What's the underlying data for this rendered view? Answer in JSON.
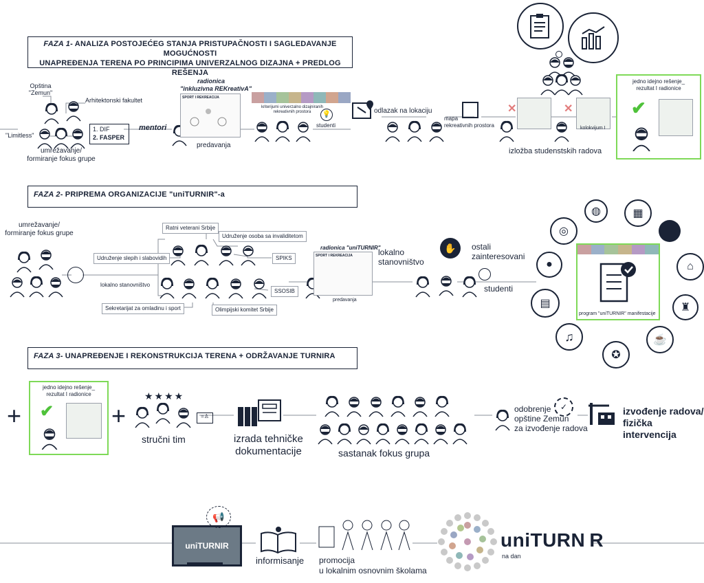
{
  "phase1": {
    "title_prefix": "FAZA 1",
    "title_line1": "- ANALIZA POSTOJEĆEG STANJA PRISTUPAČNOSTI I SAGLEDAVANJE MOGUĆNOSTI",
    "title_line2": "UNAPREĐENJA TERENA PO PRINCIPIMA UNIVERZALNOG DIZAJNA  + PREDLOG REŠENJA",
    "opstina": "Opština \"Zemun\"",
    "arhitektonski": "Arhitektonski fakultet",
    "limitless": "\"Limitless\"",
    "dif": "1. DIF",
    "fasper": "2. FASPER",
    "mentori": "mentori",
    "umrezavanje": "umrežavanje/\nformiranje fokus grupe",
    "radionica_title": "radionica",
    "radionica_name": "\"inkluzivna REKreativA\"",
    "predavanja": "predavanja",
    "kriterijumi": "kriterijumi univerzalno dizajniranih rekreativnih prostora",
    "studenti": "studenti",
    "odlazak": "odlazak na lokaciju",
    "mapa": "mapa\nrekreativnih prostora",
    "kolokvijum": "kolokvijum I",
    "izlozba": "izložba studenstskih radova",
    "resenje": "jedno idejno rešenje_\nrezultat I radionice"
  },
  "phase2": {
    "title_prefix": "FAZA 2",
    "title_rest": "- PRIPREMA ORGANIZACIJE \"uniTURNIR\"-a",
    "umrezavanje": "umrežavanje/\nformiranje fokus grupe",
    "ratni": "Ratni veterani Srbije",
    "invalid": "Udruženje osoba sa invaliditetom",
    "slepih": "Udruženje slepih i slabovidih",
    "spiks": "SPIKS",
    "lokalno_small": "lokalno stanovništvo",
    "ssosib": "SSOSIB",
    "sekretarijat": "Sekretarijat za omladinu i sport",
    "olimpijski": "Olimpijski komitet Srbije",
    "radionica": "radionica \"uniTURNIR\"",
    "predavanja": "predavanja",
    "lokalno": "lokalno\nstanovništvo",
    "ostali": "ostali\nzainteresovani",
    "studenti": "studenti",
    "program": "program \"uniTURNIR\" manifestacije"
  },
  "phase3": {
    "title_prefix": "FAZA 3",
    "title_rest": "- UNAPREĐENJE I REKONSTRUKCIJA TERENA + ODRŽAVANJE TURNIRA",
    "resenje": "jedno idejno rešenje_\nrezultat I radionice",
    "strucni": "stručni tim",
    "izrada": "izrada tehničke\ndokumentacije",
    "sastanak": "sastanak fokus grupa",
    "odobrenje": "odobrenje\nopštine Zemun\nza izvođenje radova",
    "izvodjenje": "izvođenje radova/\nfizička intervencija"
  },
  "phase4": {
    "informisanje": "informisanje",
    "promocija": "promocija\nu lokalnim osnovnim školama",
    "brand": "uniTURN R",
    "na_dan": "na dan",
    "screen_label": "uniTURNIR"
  },
  "colors": {
    "navy": "#1a2336",
    "green": "#7ed957",
    "red_x": "#e27c7c",
    "strip": [
      "#c9a0a0",
      "#9bb0c9",
      "#a6c39a",
      "#c6b58c",
      "#b59ac4",
      "#8fb8b8",
      "#d1a58f",
      "#9aa7c4",
      "#b3c78f",
      "#c49ab2"
    ]
  },
  "icons": [
    "clipboard-icon",
    "chart-icon",
    "map-pin-icon",
    "map-book-icon",
    "checkmark-icon",
    "hands-icon",
    "lightbulb-icon",
    "basketball-icon",
    "calendar-icon",
    "puzzle-icon",
    "shuttlecock-icon",
    "trophy-icon",
    "food-icon",
    "medal-icon",
    "music-icon",
    "board-icon",
    "ping-pong-icon",
    "target-icon",
    "document-check-icon",
    "folders-icon",
    "document-icon",
    "approval-badge-icon",
    "construction-icon",
    "monitor-icon",
    "book-icon",
    "kids-icon",
    "dots-logo-icon",
    "wheelchair-icon"
  ]
}
